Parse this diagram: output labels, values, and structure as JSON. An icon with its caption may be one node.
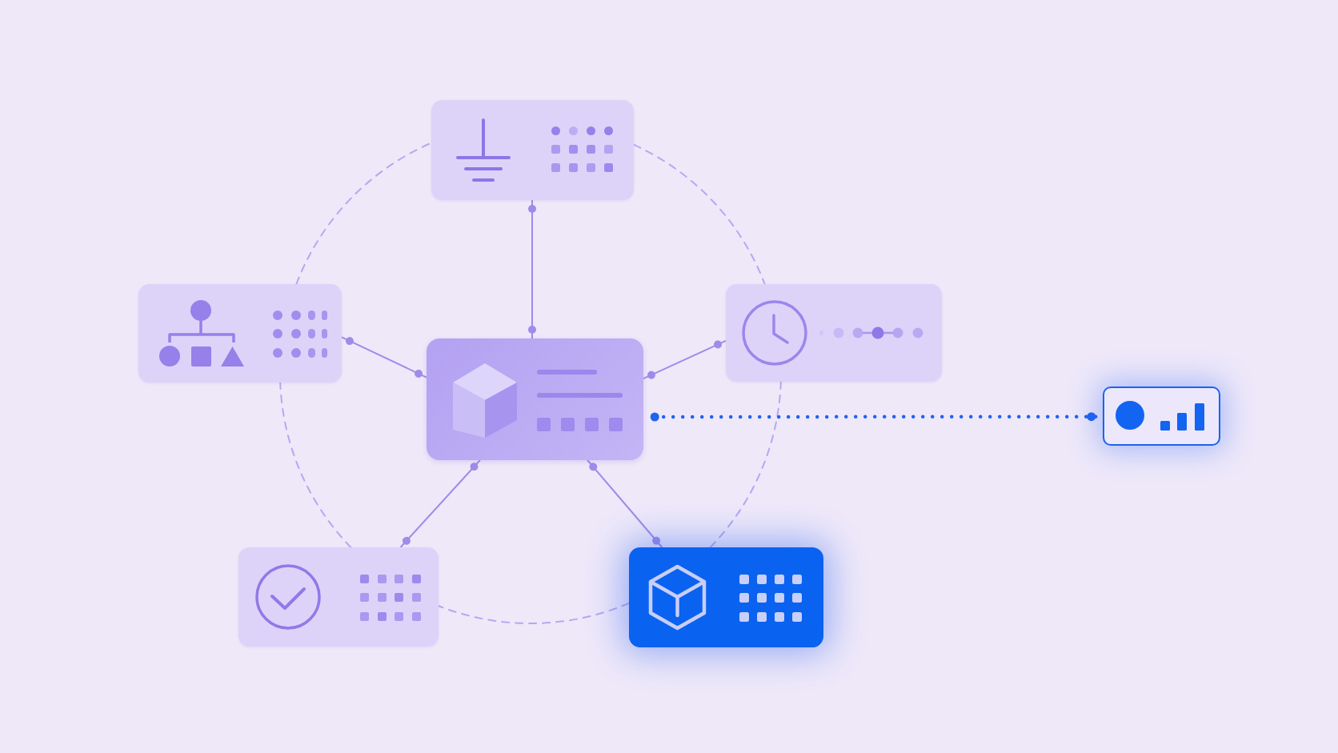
{
  "diagram": {
    "nodes": [
      {
        "text": [],
        "shape": "box"
      },
      {
        "text": [],
        "shape": "box"
      },
      {
        "text": [],
        "shape": "box"
      },
      {
        "text": [],
        "shape": "box"
      },
      {
        "text": [],
        "shape": "box"
      },
      {
        "text": [],
        "shape": "box"
      },
      {
        "text": [],
        "shape": "box"
      }
    ],
    "edges": [
      {
        "from": 2,
        "to": 0,
        "arrow": "other"
      },
      {
        "from": 2,
        "to": 1,
        "arrow": "other"
      },
      {
        "from": 2,
        "to": 3,
        "arrow": "other"
      },
      {
        "from": 2,
        "to": 4,
        "arrow": "other",
        "style": "dashed",
        "color": "#1f63ef"
      },
      {
        "from": 2,
        "to": 5,
        "arrow": "other"
      },
      {
        "from": 2,
        "to": 6,
        "arrow": "other"
      },
      {
        "from": 0,
        "to": 3,
        "arrow": "none",
        "style": "dashed"
      },
      {
        "from": 3,
        "to": 6,
        "arrow": "none",
        "style": "dashed"
      },
      {
        "from": 6,
        "to": 5,
        "arrow": "none",
        "style": "dashed"
      },
      {
        "from": 5,
        "to": 1,
        "arrow": "none",
        "style": "dashed"
      },
      {
        "from": 1,
        "to": 0,
        "arrow": "none",
        "style": "dashed"
      }
    ]
  }
}
